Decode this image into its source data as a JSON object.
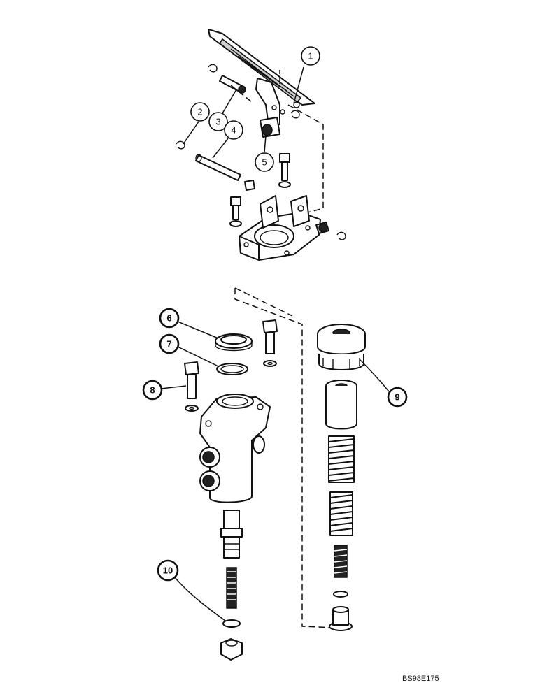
{
  "callouts": {
    "c1": "1",
    "c2": "2",
    "c3": "3",
    "c4": "4",
    "c5": "5",
    "c6": "6",
    "c7": "7",
    "c8": "8",
    "c9": "9",
    "c10": "10"
  },
  "figure_code": "BS98E175"
}
